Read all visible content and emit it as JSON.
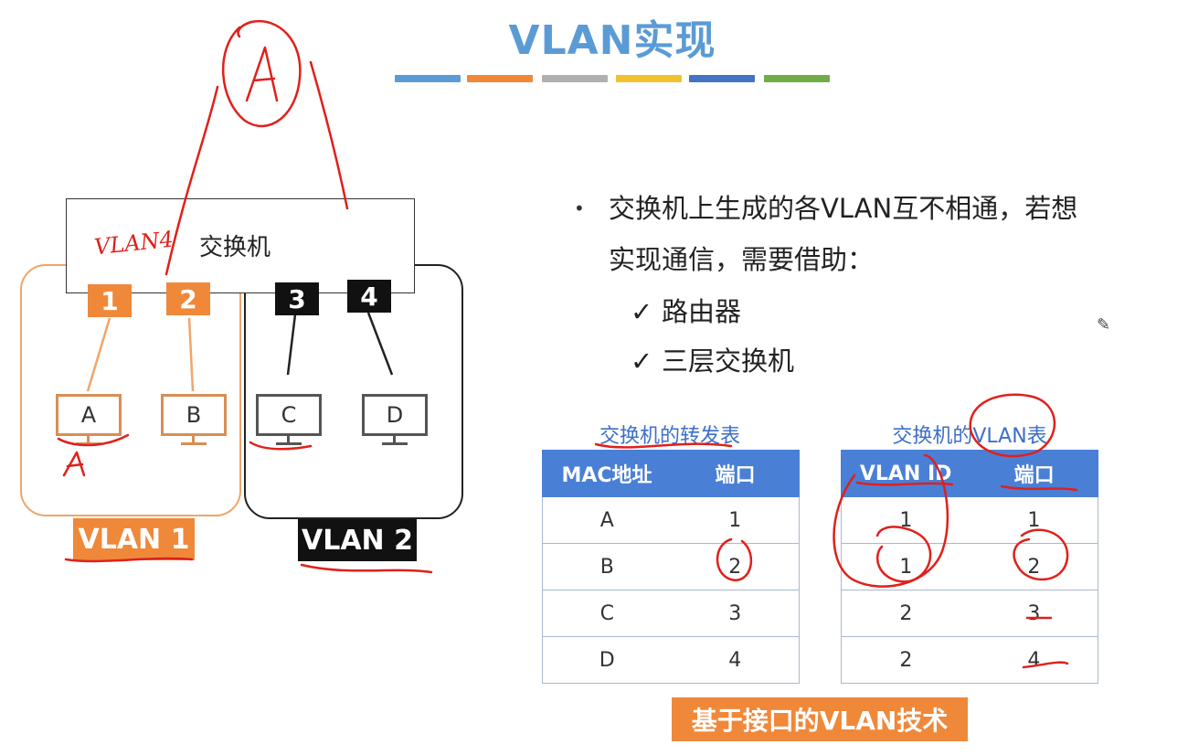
{
  "title": "VLAN实现",
  "colors": {
    "title": "#5b9bd5",
    "bars": [
      "#5b9bd5",
      "#f0883a",
      "#b0b0b0",
      "#f2c12e",
      "#4472c4",
      "#70ad47"
    ],
    "orange": "#f0883a",
    "table_header": "#4a7fd6",
    "annotation_red": "#e0201b"
  },
  "diagram": {
    "switch_label": "交换机",
    "ports": [
      "1",
      "2",
      "3",
      "4"
    ],
    "computers": [
      "A",
      "B",
      "C",
      "D"
    ],
    "vlan_tags": [
      "VLAN 1",
      "VLAN 2"
    ]
  },
  "bullets": {
    "line1": "交换机上生成的各VLAN互不相通，若想",
    "line2": "实现通信，需要借助：",
    "checks": [
      "路由器",
      "三层交换机"
    ]
  },
  "mac_table": {
    "caption": "交换机的转发表",
    "headers": [
      "MAC地址",
      "端口"
    ],
    "rows": [
      [
        "A",
        "1"
      ],
      [
        "B",
        "2"
      ],
      [
        "C",
        "3"
      ],
      [
        "D",
        "4"
      ]
    ]
  },
  "vlan_table": {
    "caption": "交换机的VLAN表",
    "headers": [
      "VLAN ID",
      "端口"
    ],
    "rows": [
      [
        "1",
        "1"
      ],
      [
        "1",
        "2"
      ],
      [
        "2",
        "3"
      ],
      [
        "2",
        "4"
      ]
    ]
  },
  "footer_tag": "基于接口的VLAN技术",
  "handwriting": {
    "vlan_note": "VLAN4",
    "a_note": "A"
  }
}
